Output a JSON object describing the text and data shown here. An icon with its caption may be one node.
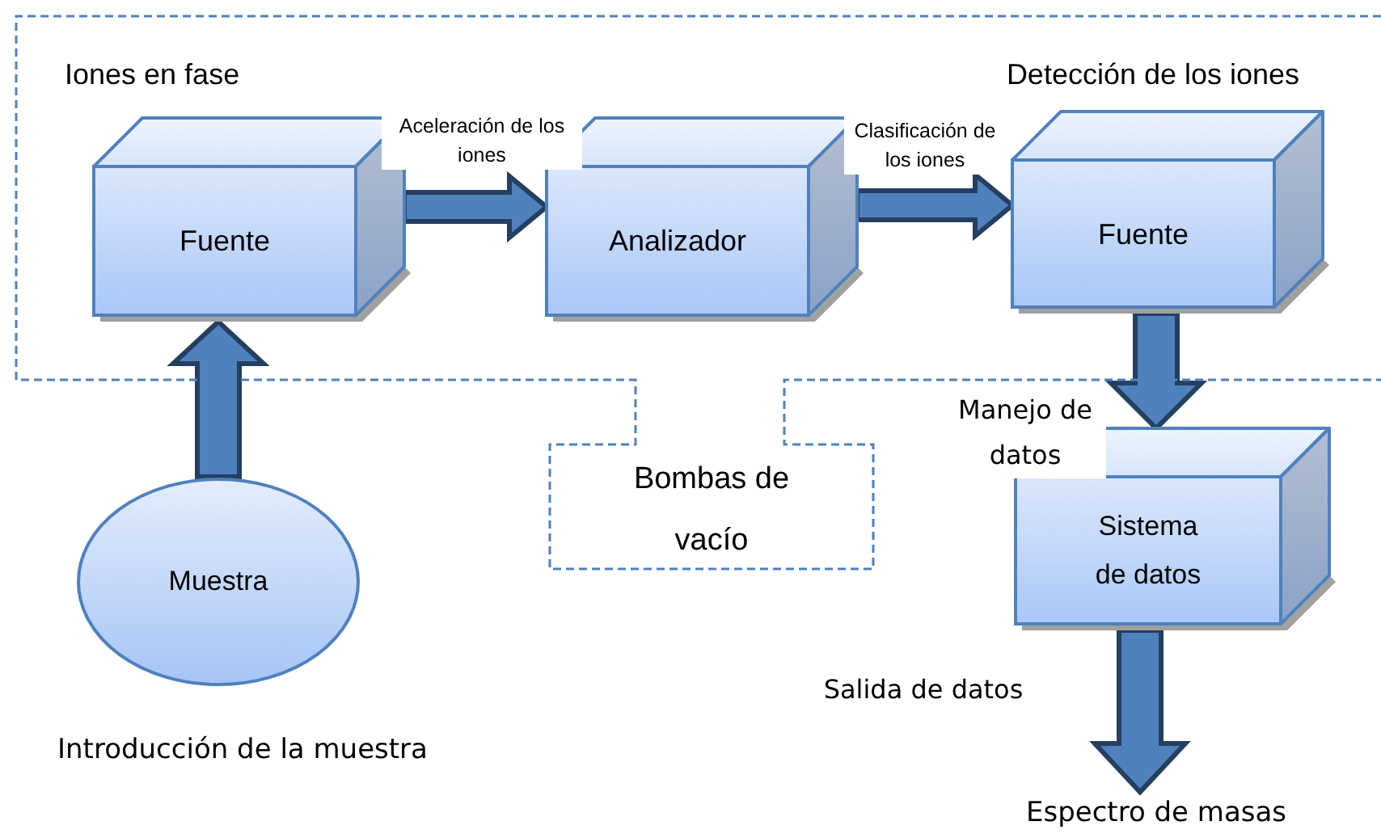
{
  "diagram": {
    "nodes": [
      {
        "text": [
          "Bombas de vacío"
        ]
      },
      {
        "text": [
          "Fuente"
        ],
        "beside": [
          "Iones en fase"
        ],
        "in": 0
      },
      {
        "text": [
          "Analizador"
        ],
        "in": 0
      },
      {
        "text": [
          "Fuente"
        ],
        "beside": [
          "Detección de los iones"
        ],
        "in": 0
      },
      {
        "text": [
          "Sistema de datos"
        ]
      },
      {
        "text": [
          "Muestra"
        ],
        "beside": [
          "Introducción de la muestra"
        ]
      },
      {
        "text": [
          "Espectro de masas"
        ]
      }
    ],
    "edges": [
      {
        "from": 5,
        "to": 1,
        "arrow": "to"
      },
      {
        "from": 1,
        "to": 2,
        "arrow": "to",
        "label": "Aceleración de los iones"
      },
      {
        "from": 2,
        "to": 3,
        "arrow": "to",
        "label": "Clasificación de los iones"
      },
      {
        "from": 3,
        "to": 4,
        "arrow": "to",
        "label": "Manejo de datos"
      },
      {
        "from": 4,
        "to": 6,
        "arrow": "to",
        "label": "Salida de datos"
      }
    ]
  }
}
